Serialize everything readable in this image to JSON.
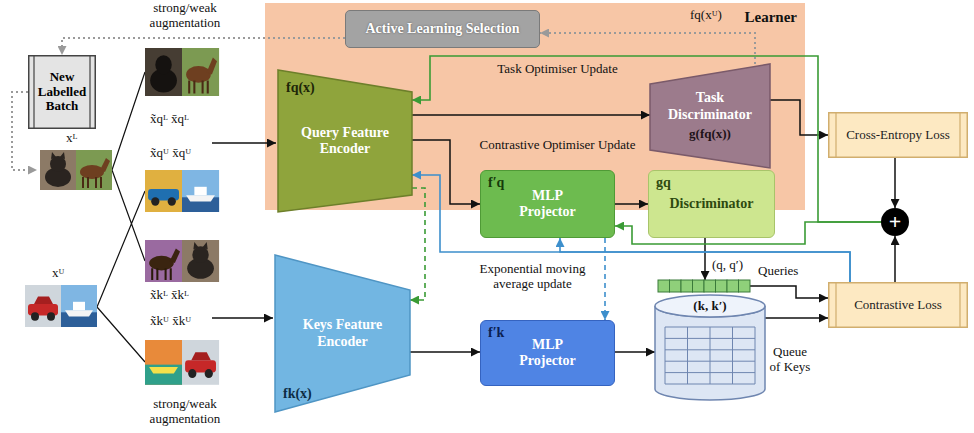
{
  "diagram": {
    "nodes": [
      {
        "text": [
          "Learner"
        ]
      },
      {
        "text": [
          "Active Learning Selection"
        ],
        "in": 0
      },
      {
        "text": [
          "fq(x)",
          "Query Feature Encoder"
        ],
        "in": 0
      },
      {
        "text": [
          "Task Discriminator",
          "g(fq(x))"
        ],
        "in": 0
      },
      {
        "text": [
          "New Labelled Batch"
        ]
      },
      {
        "text": [
          "f′q",
          "MLP Projector"
        ]
      },
      {
        "text": [
          "gq",
          "Discriminator"
        ]
      },
      {
        "text": [
          "Keys Feature Encoder",
          "fk(x)"
        ]
      },
      {
        "text": [
          "f′k",
          "MLP Projector"
        ]
      },
      {
        "text": [
          "Queries"
        ]
      },
      {
        "text": [
          "(k, k′)",
          "Queue of Keys"
        ]
      },
      {
        "text": [
          "Cross-Entropy Loss"
        ]
      },
      {
        "text": [
          "+"
        ]
      },
      {
        "text": [
          "Contrastive Loss"
        ]
      }
    ],
    "edges": [
      {
        "from": 3,
        "to": 1,
        "arrow": "to"
      },
      {
        "from": 1,
        "to": 4,
        "arrow": "to"
      },
      {
        "from": 2,
        "to": 3,
        "arrow": "to"
      },
      {
        "from": 2,
        "to": 5,
        "arrow": "to"
      },
      {
        "from": 5,
        "to": 6,
        "arrow": "to"
      },
      {
        "from": 3,
        "to": 11,
        "arrow": "to"
      },
      {
        "from": 6,
        "to": 9,
        "arrow": "to"
      },
      {
        "from": 9,
        "to": 13,
        "arrow": "to"
      },
      {
        "from": 10,
        "to": 13,
        "arrow": "to"
      },
      {
        "from": 11,
        "to": 12,
        "arrow": "to"
      },
      {
        "from": 13,
        "to": 12,
        "arrow": "to"
      },
      {
        "from": 7,
        "to": 8,
        "arrow": "to"
      },
      {
        "from": 8,
        "to": 10,
        "arrow": "to"
      },
      {
        "from": 12,
        "to": 2,
        "arrow": "to"
      },
      {
        "from": 12,
        "to": 5,
        "arrow": "to"
      },
      {
        "from": 13,
        "to": 2,
        "arrow": "to"
      },
      {
        "from": 13,
        "to": 5,
        "arrow": "to"
      },
      {
        "from": 2,
        "to": 7,
        "arrow": "to"
      },
      {
        "from": 5,
        "to": 8,
        "arrow": "to"
      }
    ],
    "labels": [
      "strong/weak augmentation",
      "xᴸ",
      "x̃qᴸ x̄qᴸ",
      "x̃qᵁ x̄qᵁ",
      "x̃kᴸ x̄kᴸ",
      "x̃kᵁ x̄kᵁ",
      "xᵁ",
      "strong/weak augmentation",
      "fq(xᵁ)",
      "Task Optimiser Update",
      "Contrastive Optimiser Update",
      "Exponential moving average update",
      "(q, q′)"
    ]
  }
}
